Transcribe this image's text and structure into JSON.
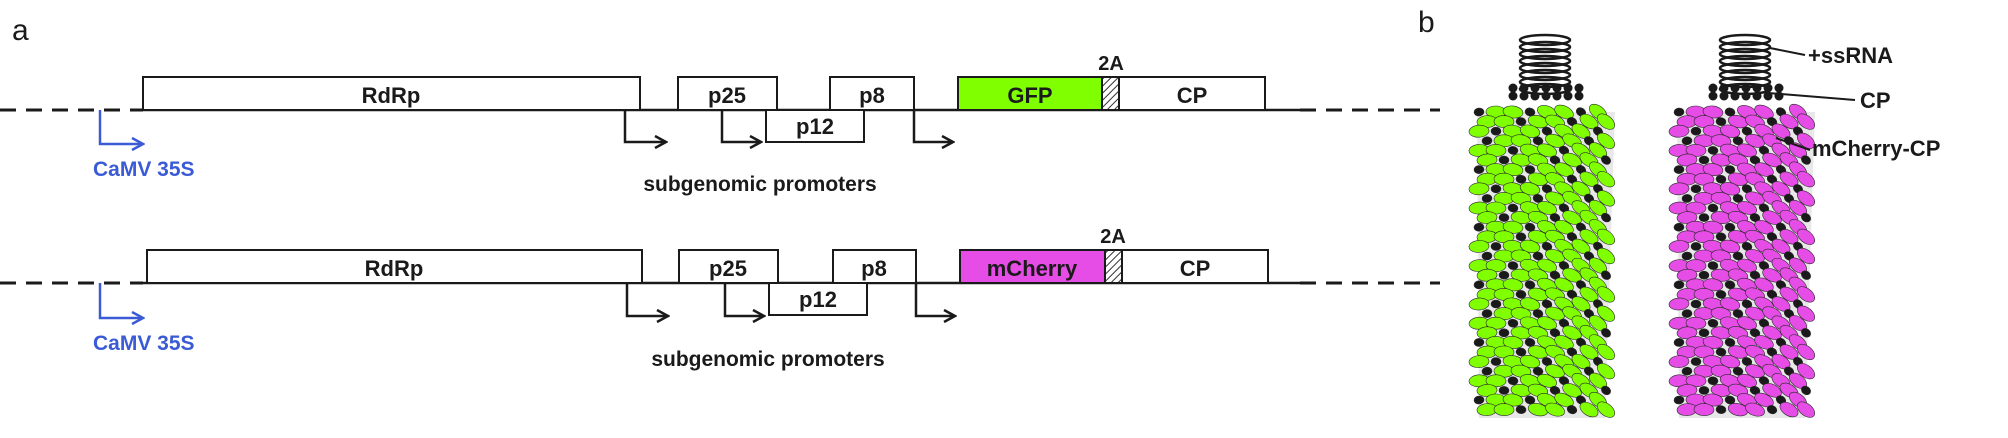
{
  "panels": {
    "a": "a",
    "b": "b"
  },
  "colors": {
    "gfp": "#80ff00",
    "mcherry": "#e64ce6",
    "promoter": "#3b5bd6",
    "line": "#1a1a1a"
  },
  "constructs": [
    {
      "genes": {
        "rdrp": "RdRp",
        "p25": "p25",
        "p8": "p8",
        "p12": "p12",
        "fp": "GFP",
        "twoA": "2A",
        "cp": "CP"
      },
      "promoter": "CaMV 35S",
      "subgenomic": "subgenomic promoters"
    },
    {
      "genes": {
        "rdrp": "RdRp",
        "p25": "p25",
        "p8": "p8",
        "p12": "p12",
        "fp": "mCherry",
        "twoA": "2A",
        "cp": "CP"
      },
      "promoter": "CaMV 35S",
      "subgenomic": "subgenomic promoters"
    }
  ],
  "virion_labels": {
    "rna": "+ssRNA",
    "cp": "CP",
    "fusion": "mCherry-CP"
  }
}
